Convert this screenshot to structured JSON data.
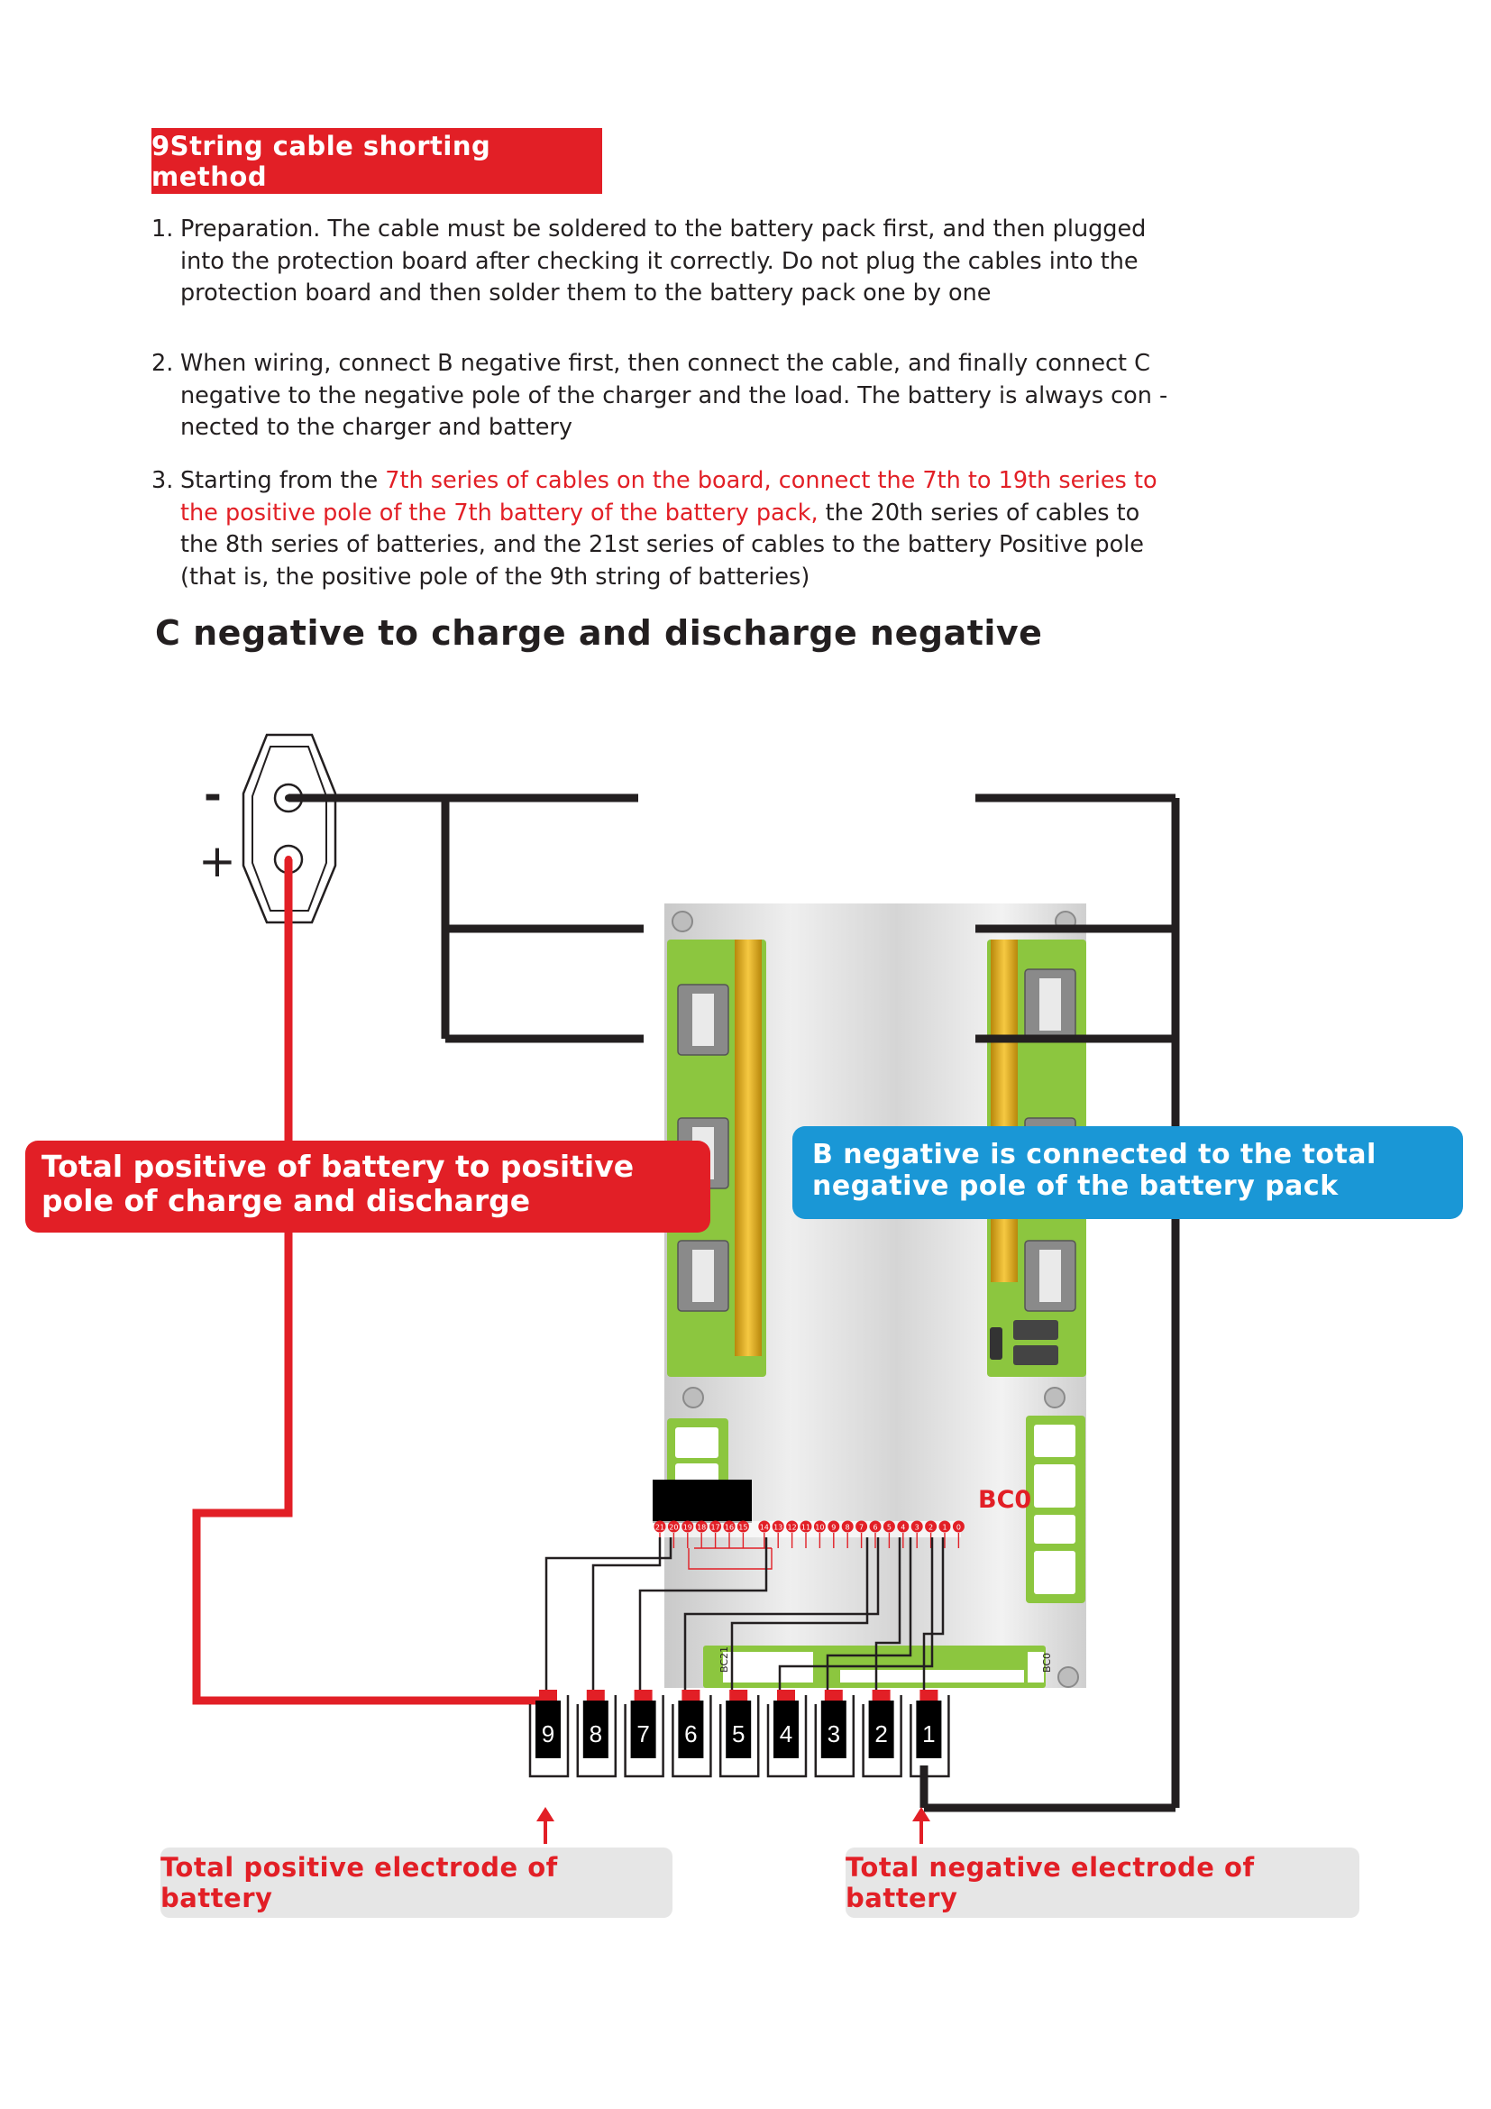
{
  "title": "9String cable shorting method",
  "steps": [
    {
      "num": "1.",
      "text": "Preparation. The cable must be soldered to the battery pack first, and then plugged into the protection board after checking it correctly. Do not plug the cables into the protection board and then solder them to the battery pack one by one"
    },
    {
      "num": "2.",
      "text": "When wiring, connect B negative first, then connect the cable, and finally connect C negative to the negative pole of the charger and the load. The battery is always con -nected to the charger and battery"
    },
    {
      "num": "3.",
      "pre": "Starting from the ",
      "highlight": "7th series of cables on the board, connect the 7th to 19th series to the positive pole of the 7th battery of the battery pack,",
      "post": " the 20th series of cables to the 8th series of batteries, and the 21st series of cables to the battery Positive pole (that is, the positive pole of the 9th string of batteries)"
    }
  ],
  "subtitle": "C negative to charge and discharge negative",
  "connector": {
    "minus": "-",
    "plus": "+"
  },
  "callouts": {
    "red": "Total positive of battery to positive pole of charge and discharge",
    "blue": "B negative is connected to the total negative pole of the battery pack"
  },
  "board": {
    "bc0_label": "BC0",
    "pin_labels": [
      "21",
      "20",
      "19",
      "18",
      "17",
      "16",
      "15",
      "14",
      "13",
      "12",
      "11",
      "10",
      "9",
      "8",
      "7",
      "6",
      "5",
      "4",
      "3",
      "2",
      "1",
      "0"
    ],
    "bottom_left_mark": "BC21",
    "bottom_right_mark": "BC0"
  },
  "battery_terminals": [
    "9",
    "8",
    "7",
    "6",
    "5",
    "4",
    "3",
    "2",
    "1"
  ],
  "labels": {
    "total_positive": "Total positive electrode of battery",
    "total_negative": "Total negative electrode of battery"
  },
  "colors": {
    "red": "#e21f26",
    "blue": "#1a97d6",
    "wire_black": "#231f20",
    "pcb_green": "#8cc63f",
    "label_gray": "#e6e6e6"
  }
}
